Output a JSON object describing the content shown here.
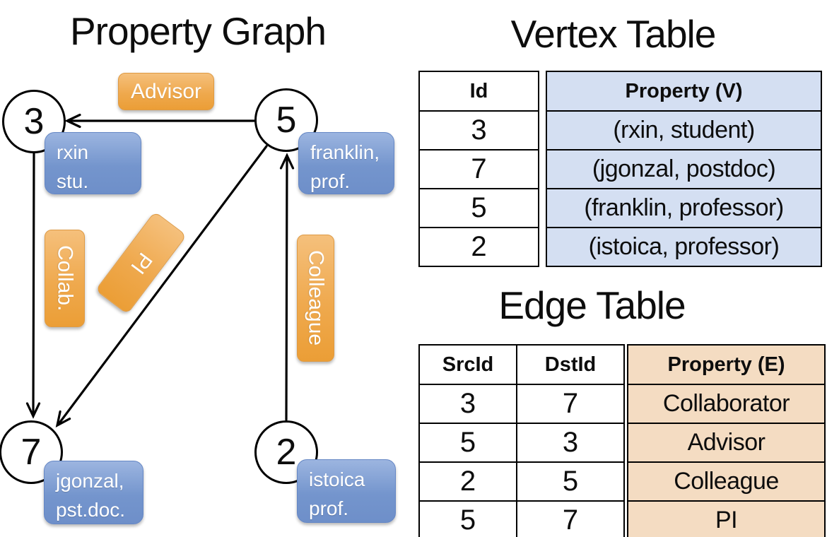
{
  "titles": {
    "graph": "Property Graph",
    "vertex_table": "Vertex Table",
    "edge_table": "Edge Table"
  },
  "graph": {
    "nodes": [
      {
        "id": "3",
        "property": {
          "line1": "rxin",
          "line2": "stu."
        }
      },
      {
        "id": "5",
        "property": {
          "line1": "franklin,",
          "line2": "prof."
        }
      },
      {
        "id": "7",
        "property": {
          "line1": "jgonzal,",
          "line2": "pst.doc."
        }
      },
      {
        "id": "2",
        "property": {
          "line1": "istoica",
          "line2": "prof."
        }
      }
    ],
    "edge_labels": {
      "advisor": "Advisor",
      "collab": "Collab.",
      "pi": "PI",
      "colleague": "Colleague"
    }
  },
  "vertex_table": {
    "headers": {
      "id": "Id",
      "property": "Property (V)"
    },
    "rows": [
      {
        "id": "3",
        "property": "(rxin, student)"
      },
      {
        "id": "7",
        "property": "(jgonzal, postdoc)"
      },
      {
        "id": "5",
        "property": "(franklin, professor)"
      },
      {
        "id": "2",
        "property": "(istoica, professor)"
      }
    ]
  },
  "edge_table": {
    "headers": {
      "src": "SrcId",
      "dst": "DstId",
      "property": "Property (E)"
    },
    "rows": [
      {
        "src": "3",
        "dst": "7",
        "property": "Collaborator"
      },
      {
        "src": "5",
        "dst": "3",
        "property": "Advisor"
      },
      {
        "src": "2",
        "dst": "5",
        "property": "Colleague"
      },
      {
        "src": "5",
        "dst": "7",
        "property": "PI"
      }
    ]
  },
  "colors": {
    "edge_label_fill": "#efa94e",
    "vertex_property_fill": "#7495cd",
    "vertex_table_cell_fill": "#d4dff2",
    "edge_table_cell_fill": "#f4dcc2",
    "line_color": "#000000"
  }
}
